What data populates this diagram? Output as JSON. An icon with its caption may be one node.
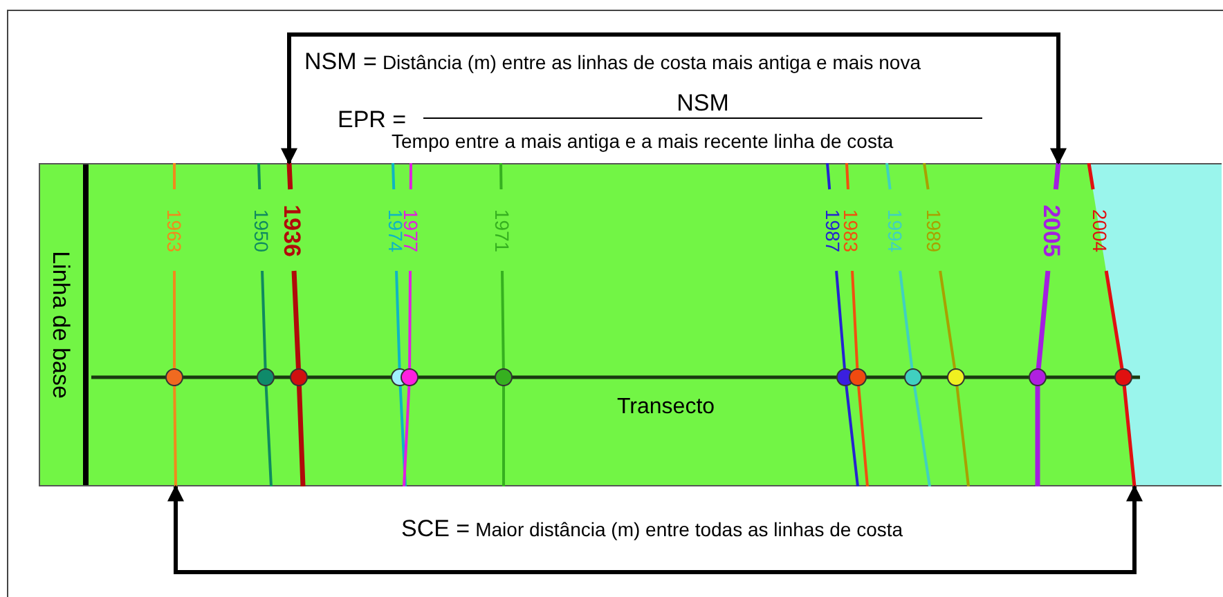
{
  "diagram": {
    "nodes": [
      {
        "text": [
          "Linha de base"
        ]
      },
      {
        "text": [
          "1963"
        ]
      },
      {
        "text": [
          "1950"
        ]
      },
      {
        "text": [
          "1936"
        ]
      },
      {
        "text": [
          "1974"
        ]
      },
      {
        "text": [
          "1977"
        ]
      },
      {
        "text": [
          "1971"
        ]
      },
      {
        "text": [
          "1987"
        ]
      },
      {
        "text": [
          "1983"
        ]
      },
      {
        "text": [
          "1994"
        ]
      },
      {
        "text": [
          "1989"
        ]
      },
      {
        "text": [
          "2005"
        ]
      },
      {
        "text": [
          "2004"
        ]
      }
    ],
    "edges": [
      {
        "from": 3,
        "to": 11,
        "arrow": "both"
      },
      {
        "from": 1,
        "to": 12,
        "arrow": "both"
      }
    ],
    "labels": [
      "NSM =",
      "Distância (m) entre as linhas de costa mais antiga e mais nova",
      "EPR =",
      "NSM",
      "Tempo entre a mais antiga e a mais recente linha de costa",
      "Transecto",
      "SCE =",
      "Maior distância (m) entre todas as linhas de costa"
    ]
  }
}
